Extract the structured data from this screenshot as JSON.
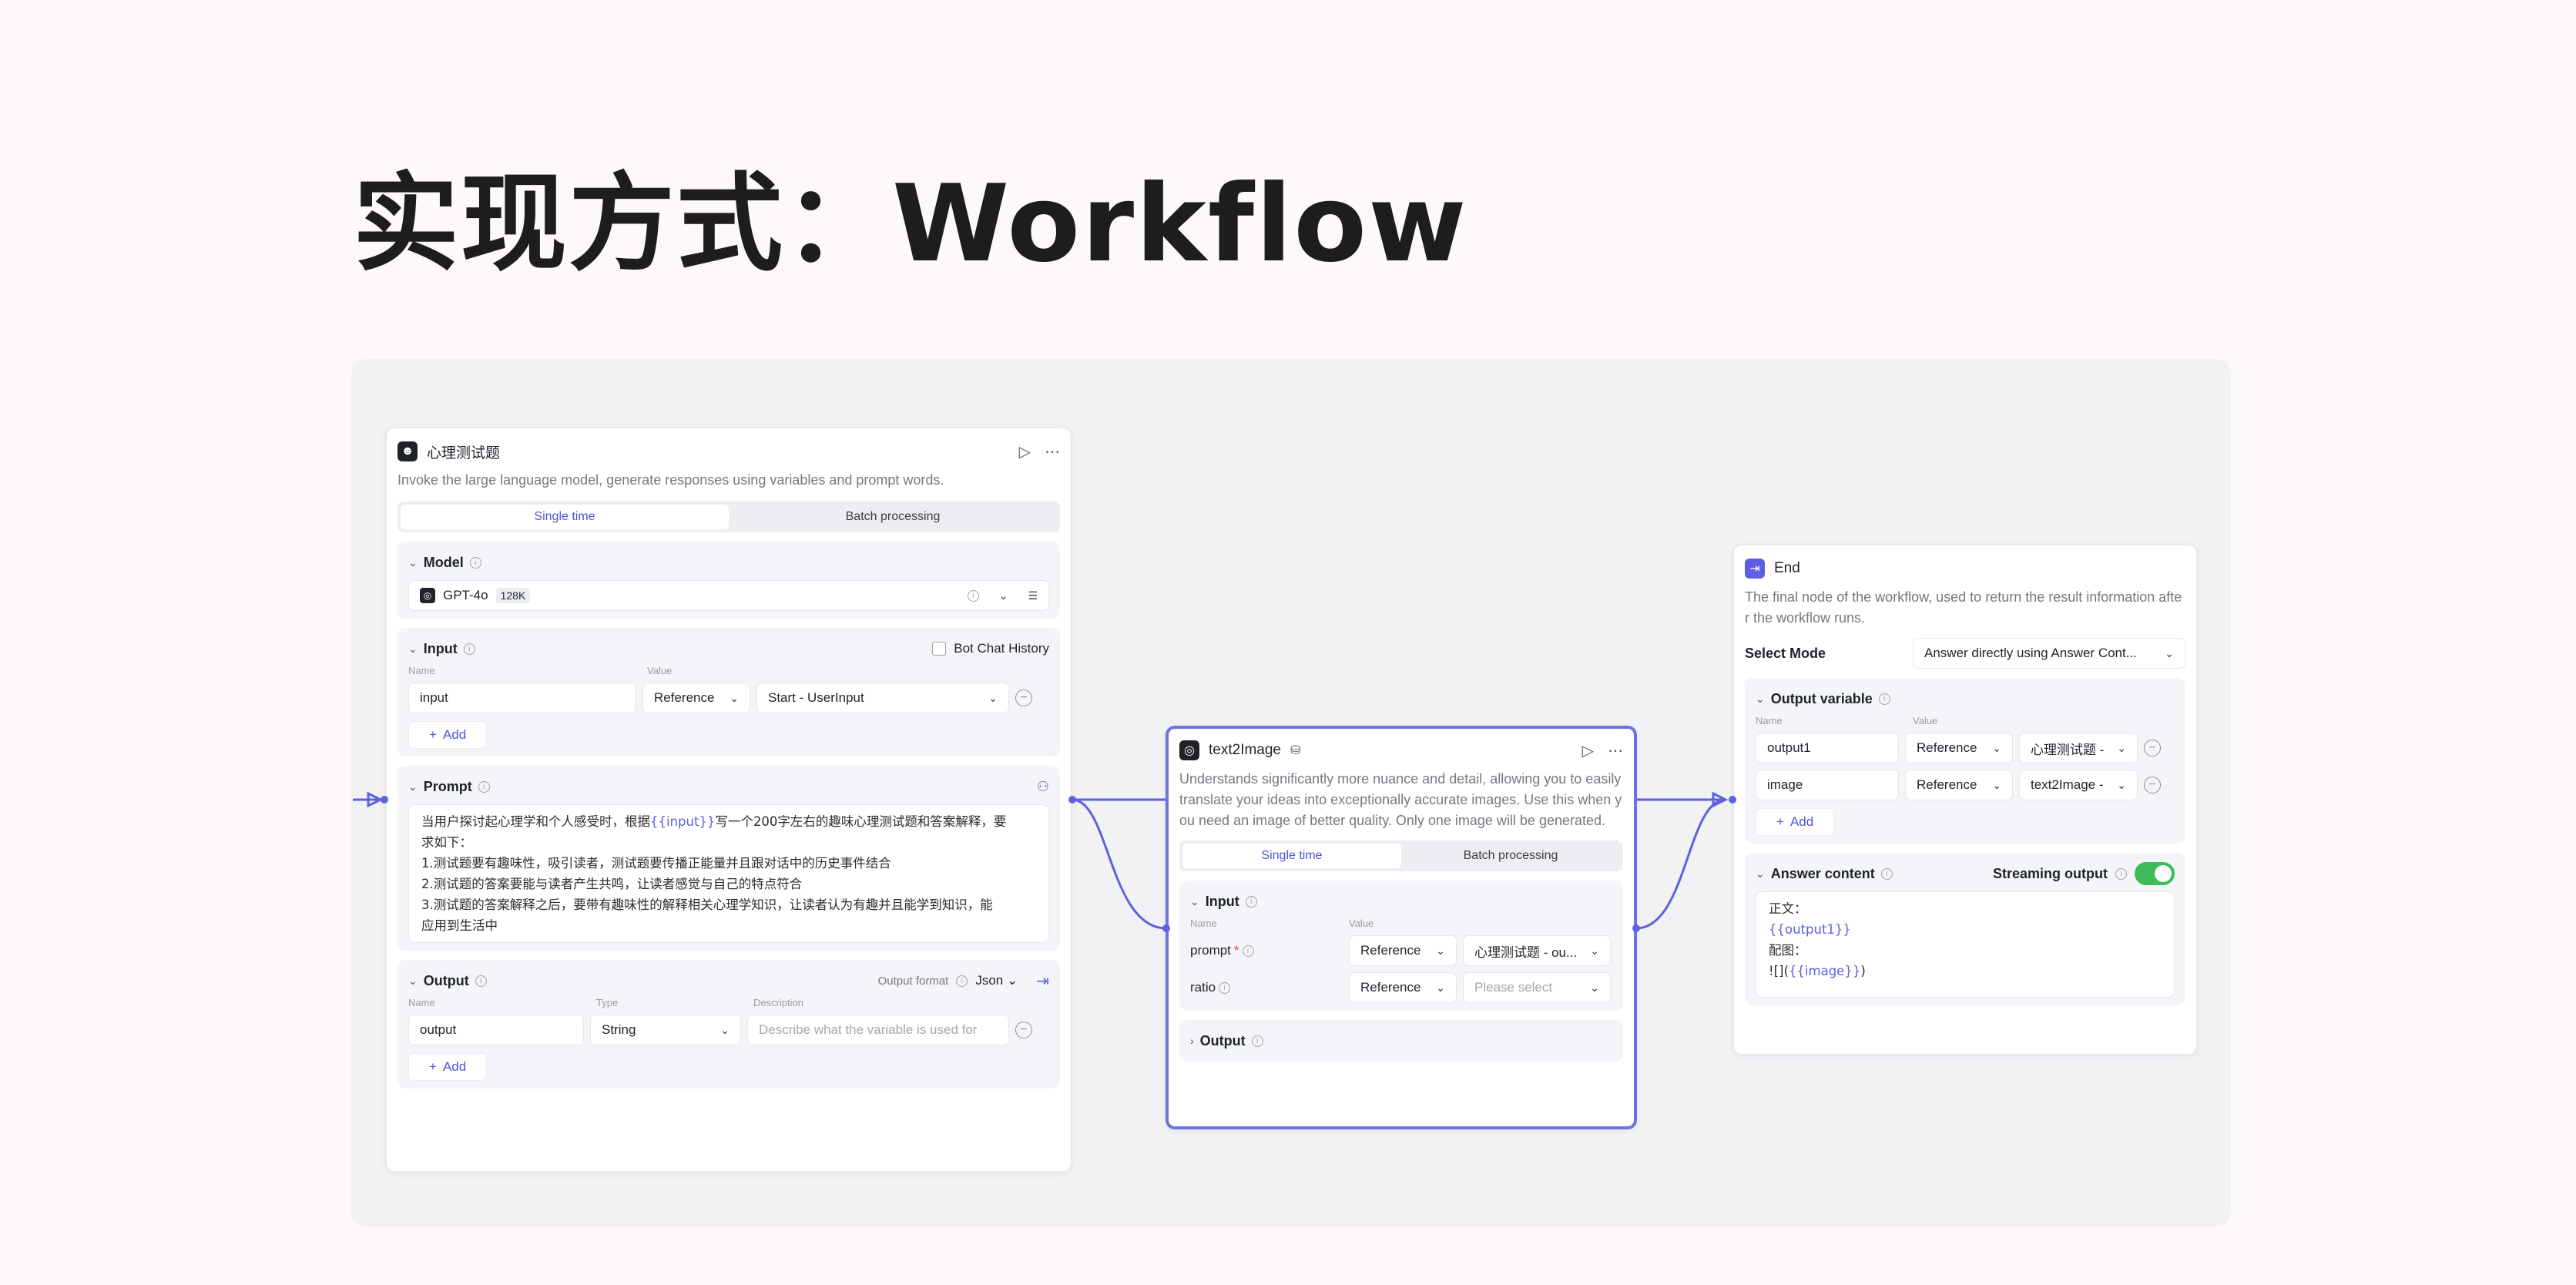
{
  "slide_title": "实现方式：Workflow",
  "colors": {
    "accent": "#5b63dd",
    "toggle": "#3ebc57",
    "canvas": "#f2f2f5"
  },
  "llm_node": {
    "title": "心理测试题",
    "icon": "llm-robot-icon",
    "description": "Invoke the large language model, generate responses using variables and prompt words.",
    "tabs": [
      "Single time",
      "Batch processing"
    ],
    "model": {
      "label": "Model",
      "name": "GPT-4o",
      "badge": "128K"
    },
    "input": {
      "label": "Input",
      "bot_history": "Bot Chat History",
      "name_col": "Name",
      "value_col": "Value",
      "row": {
        "name": "input",
        "type": "Reference",
        "value": "Start - UserInput"
      },
      "add": "Add"
    },
    "prompt": {
      "label": "Prompt",
      "line1_pre": "当用户探讨起心理学和个人感受时，根据",
      "line1_var": "{{input}}",
      "line1_post": "写一个200字左右的趣味心理测试题和答案解释，要",
      "line2": "求如下：",
      "line3": "1.测试题要有趣味性，吸引读者，测试题要传播正能量并且跟对话中的历史事件结合",
      "line4": "2.测试题的答案要能与读者产生共鸣，让读者感觉与自己的特点符合",
      "line5": "3.测试题的答案解释之后，要带有趣味性的解释相关心理学知识，让读者认为有趣并且能学到知识，能",
      "line6": "应用到生活中"
    },
    "output": {
      "label": "Output",
      "format_label": "Output format",
      "format_value": "Json",
      "name_col": "Name",
      "type_col": "Type",
      "desc_col": "Description",
      "row": {
        "name": "output",
        "type": "String",
        "desc_placeholder": "Describe what the variable is used for"
      },
      "add": "Add"
    }
  },
  "image_node": {
    "title": "text2Image",
    "icon": "image-gen-icon",
    "description": "Understands significantly more nuance and detail, allowing you to easily translate your ideas into exceptionally accurate images. Use this when you need an image of better quality. Only one image will be generated.",
    "tabs": [
      "Single time",
      "Batch processing"
    ],
    "input": {
      "label": "Input",
      "name_col": "Name",
      "value_col": "Value",
      "rows": [
        {
          "name": "prompt",
          "required": "*",
          "type": "Reference",
          "value": "心理测试题 - ou..."
        },
        {
          "name": "ratio",
          "required": "",
          "type": "Reference",
          "value": "Please select"
        }
      ]
    },
    "output": {
      "label": "Output"
    }
  },
  "end_node": {
    "title": "End",
    "icon": "end-exit-icon",
    "description": "The final node of the workflow, used to return the result information after the workflow runs.",
    "select_mode_label": "Select Mode",
    "select_mode_value": "Answer directly using Answer Cont...",
    "output_var": {
      "label": "Output variable",
      "name_col": "Name",
      "value_col": "Value",
      "rows": [
        {
          "name": "output1",
          "type": "Reference",
          "value": "心理测试题 -"
        },
        {
          "name": "image",
          "type": "Reference",
          "value": "text2Image -"
        }
      ],
      "add": "Add"
    },
    "answer": {
      "label": "Answer content",
      "streaming": "Streaming output",
      "line1": "正文：",
      "line2": "{{output1}}",
      "line3": "配图：",
      "line4_pre": "![](",
      "line4_var": "{{image}}",
      "line4_post": ")"
    }
  }
}
